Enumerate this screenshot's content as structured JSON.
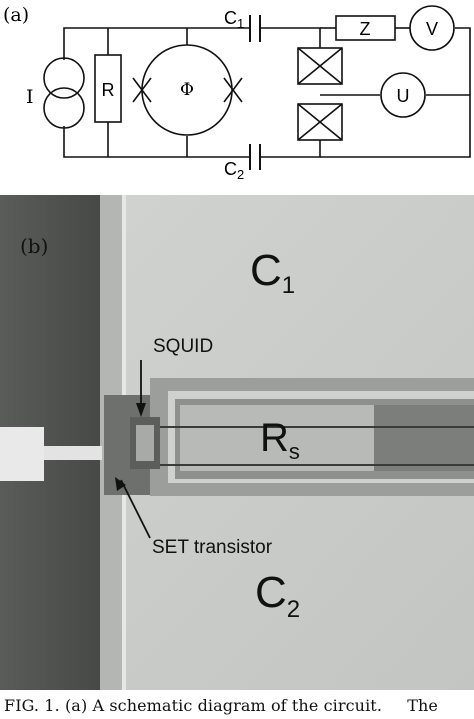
{
  "schematic": {
    "panel_label": "(a)",
    "current_source_label": "I",
    "resistor_label": "R",
    "flux_label": "Φ",
    "cap1_main": "C",
    "cap1_sub": "1",
    "cap2_main": "C",
    "cap2_sub": "2",
    "impedance_label": "Z",
    "voltmeter_label": "V",
    "gate_source_label": "U"
  },
  "micrograph": {
    "panel_label": "(b)",
    "c1_main": "C",
    "c1_sub": "1",
    "c2_main": "C",
    "c2_sub": "2",
    "rs_main": "R",
    "rs_sub": "s",
    "squid_label": "SQUID",
    "set_label": "SET transistor"
  },
  "caption": {
    "prefix": "FIG. 1.",
    "text": "(a) A schematic diagram of the circuit.",
    "trailing": "The"
  },
  "colors": {
    "photo_light": "#c9cbc9",
    "photo_dark": "#4f514f",
    "ink": "#111111"
  }
}
